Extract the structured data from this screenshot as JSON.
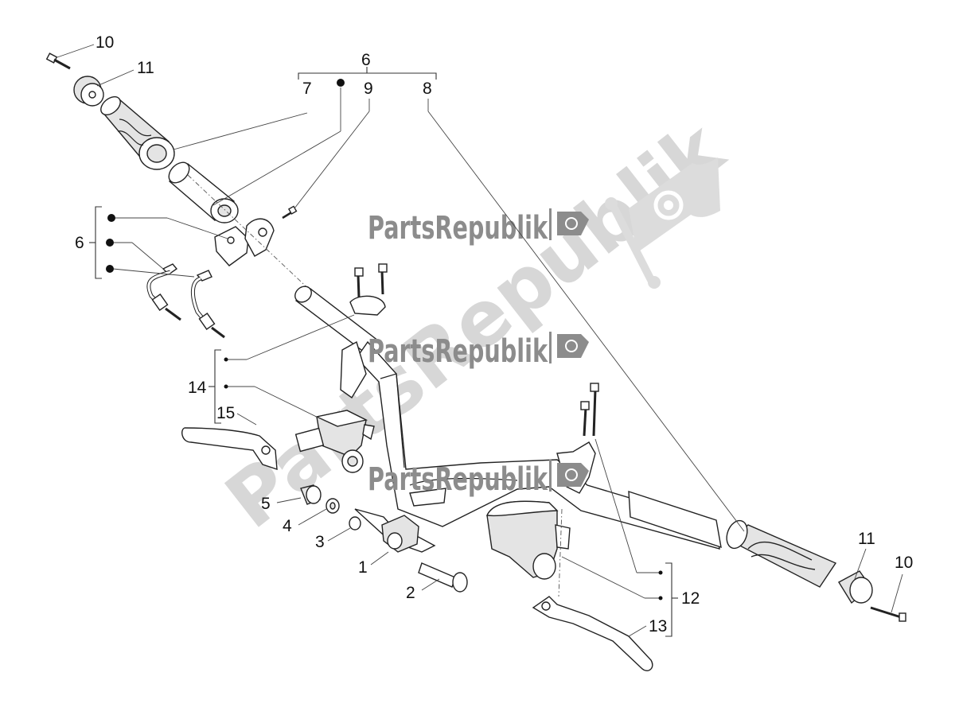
{
  "watermark": {
    "brand": "PartsRepublik",
    "diagonal_text": "PartsRepublik"
  },
  "callouts": [
    {
      "id": "c10a",
      "label": "10"
    },
    {
      "id": "c11a",
      "label": "11"
    },
    {
      "id": "c6top",
      "label": "6"
    },
    {
      "id": "c7",
      "label": "7"
    },
    {
      "id": "c9",
      "label": "9"
    },
    {
      "id": "c8",
      "label": "8"
    },
    {
      "id": "c6left",
      "label": "6"
    },
    {
      "id": "c14",
      "label": "14"
    },
    {
      "id": "c15",
      "label": "15"
    },
    {
      "id": "c5",
      "label": "5"
    },
    {
      "id": "c4",
      "label": "4"
    },
    {
      "id": "c3",
      "label": "3"
    },
    {
      "id": "c1",
      "label": "1"
    },
    {
      "id": "c2",
      "label": "2"
    },
    {
      "id": "c11b",
      "label": "11"
    },
    {
      "id": "c10b",
      "label": "10"
    },
    {
      "id": "c12",
      "label": "12"
    },
    {
      "id": "c13",
      "label": "13"
    }
  ],
  "colors": {
    "line": "#222222",
    "watermark_text": "#8c8c8c",
    "watermark_light": "#d7d7d7"
  }
}
